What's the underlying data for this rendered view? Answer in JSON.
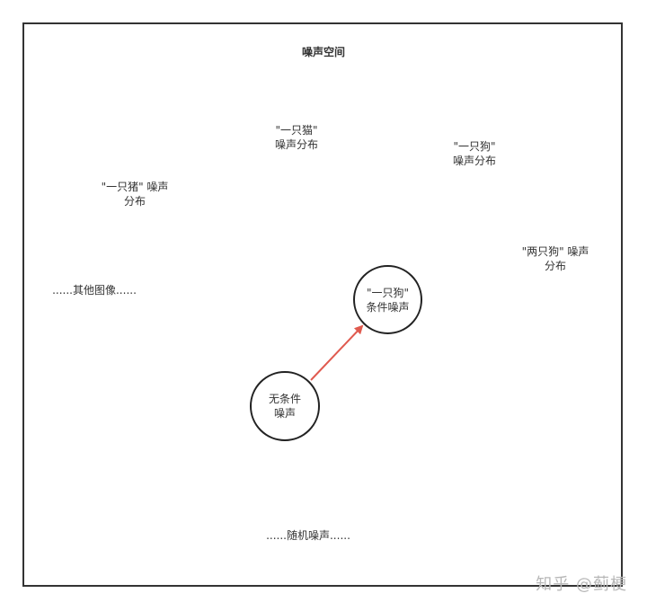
{
  "diagram": {
    "title": "噪声空间",
    "labels": {
      "cat": "\"一只猫\"\n噪声分布",
      "dog": "\"一只狗\"\n噪声分布",
      "pig": "\"一只猪\"  噪声\n分布",
      "two_dogs": "\"两只狗\"  噪声\n分布",
      "other_images": "......其他图像......",
      "random_noise": "......随机噪声......"
    },
    "nodes": {
      "conditional": "\"一只狗\"\n条件噪声",
      "unconditional": "无条件\n噪声"
    },
    "colors": {
      "arrow": "#e05a4f",
      "border": "#333333"
    }
  },
  "watermark": "知乎 @蓟梗"
}
